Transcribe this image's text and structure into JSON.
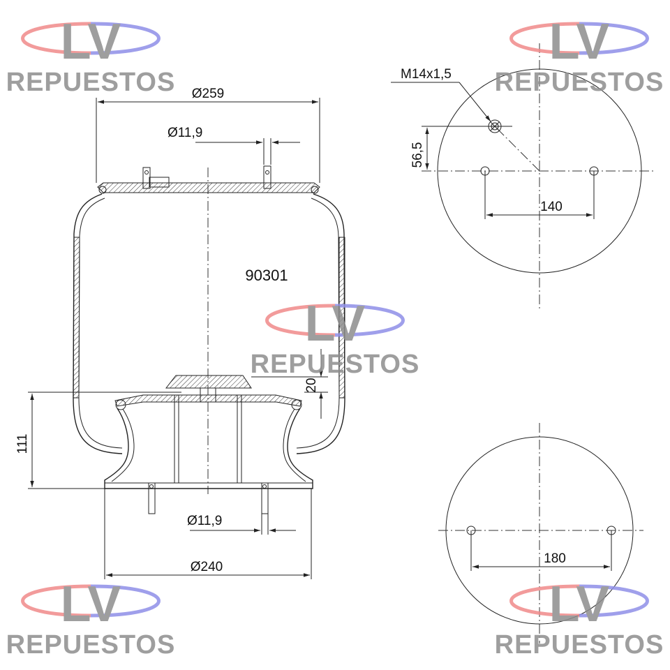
{
  "part_number": "90301",
  "dimensions": {
    "top_diameter": "Ø259",
    "top_stud_diameter": "Ø11,9",
    "bottom_stud_diameter": "Ø11,9",
    "bottom_diameter": "Ø240",
    "height": "111",
    "offset": "20",
    "thread": "M14x1,5",
    "thread_offset": "56,5",
    "top_hole_spacing": "140",
    "bottom_hole_spacing": "180"
  },
  "watermark": {
    "brand": "LV",
    "subtitle": "REPUESTOS",
    "arc_colors": [
      "#f08a8a",
      "#8f8fe8"
    ]
  }
}
